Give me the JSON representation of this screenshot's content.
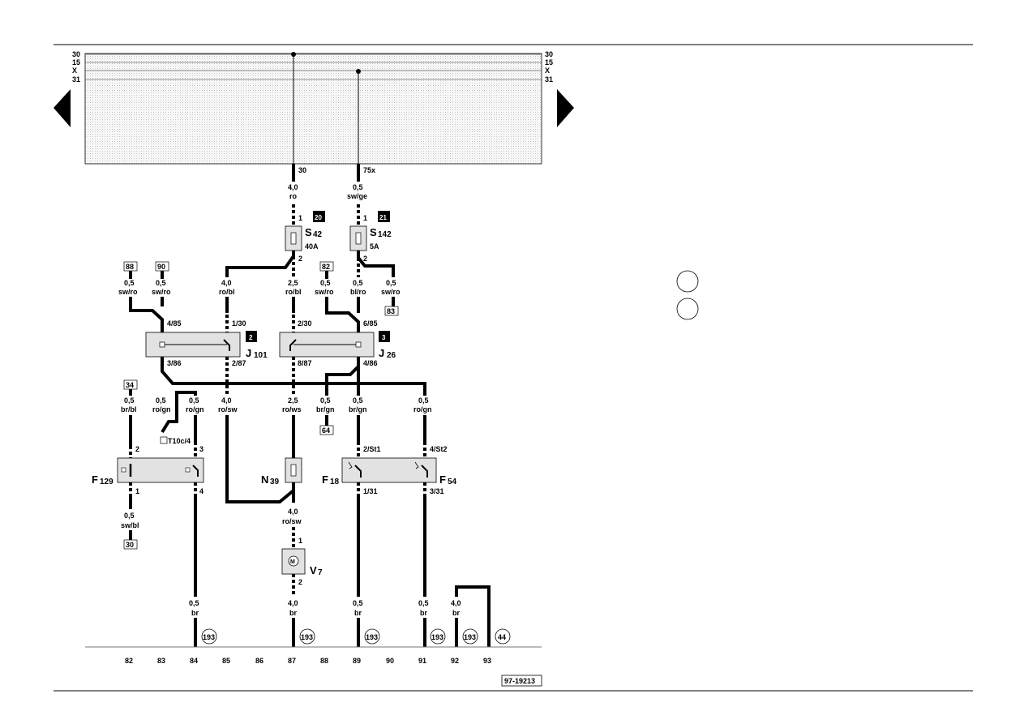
{
  "rails": {
    "left": [
      "30",
      "15",
      "X",
      "31"
    ],
    "right": [
      "30",
      "15",
      "X",
      "31"
    ]
  },
  "nav": {
    "prev": "previous-page",
    "next": "next-page"
  },
  "fuses": [
    {
      "pin_in": "1",
      "pin_out": "2",
      "symbol": "S",
      "index": "42",
      "rating": "40A",
      "slot": "20",
      "wire_size": "4,0",
      "wire_color": "ro",
      "terminal": "30"
    },
    {
      "pin_in": "1",
      "pin_out": "2",
      "symbol": "S",
      "index": "142",
      "rating": "5A",
      "slot": "21",
      "wire_size": "0,5",
      "wire_color": "sw/ge",
      "terminal": "75x"
    }
  ],
  "refs_top": [
    "88",
    "90",
    "82",
    "83"
  ],
  "wires_mid": [
    {
      "size": "0,5",
      "color": "sw/ro"
    },
    {
      "size": "0,5",
      "color": "sw/ro"
    },
    {
      "size": "4,0",
      "color": "ro/bl"
    },
    {
      "size": "2,5",
      "color": "ro/bl"
    },
    {
      "size": "0,5",
      "color": "sw/ro"
    },
    {
      "size": "0,5",
      "color": "bl/ro"
    },
    {
      "size": "0,5",
      "color": "sw/ro"
    }
  ],
  "relays": [
    {
      "symbol": "J",
      "index": "101",
      "slot": "2",
      "pins": [
        "4/85",
        "1/30",
        "3/86",
        "2/87"
      ]
    },
    {
      "symbol": "J",
      "index": "26",
      "slot": "3",
      "pins": [
        "2/30",
        "6/85",
        "8/87",
        "4/86"
      ]
    }
  ],
  "refs_low": [
    "34",
    "64",
    "30"
  ],
  "wires_low": [
    {
      "size": "0,5",
      "color": "br/bl"
    },
    {
      "size": "0,5",
      "color": "ro/gn"
    },
    {
      "size": "0,5",
      "color": "ro/gn"
    },
    {
      "size": "4,0",
      "color": "ro/sw"
    },
    {
      "size": "2,5",
      "color": "ro/ws"
    },
    {
      "size": "0,5",
      "color": "br/gn"
    },
    {
      "size": "0,5",
      "color": "br/gn"
    },
    {
      "size": "0,5",
      "color": "ro/gn"
    }
  ],
  "connector": "T10c/4",
  "switches": [
    {
      "symbol": "F",
      "index": "129",
      "pins": [
        "2",
        "3",
        "1",
        "4"
      ]
    },
    {
      "symbol": "F",
      "index": "18",
      "pins": [
        "2/St1",
        "1/31"
      ]
    },
    {
      "symbol": "F",
      "index": "54",
      "pins": [
        "4/St2",
        "3/31"
      ]
    }
  ],
  "resistor": {
    "symbol": "N",
    "index": "39"
  },
  "motor": {
    "symbol": "V",
    "index": "7",
    "glyph": "M",
    "pins": [
      "1",
      "2"
    ],
    "wire_in_size": "4,0",
    "wire_in_color": "ro/sw"
  },
  "wire_f129_out": {
    "size": "0,5",
    "color": "sw/bl"
  },
  "wires_bottom": [
    {
      "size": "0,5",
      "color": "br"
    },
    {
      "size": "4,0",
      "color": "br"
    },
    {
      "size": "0,5",
      "color": "br"
    },
    {
      "size": "0,5",
      "color": "br"
    },
    {
      "size": "4,0",
      "color": "br"
    }
  ],
  "grounds": [
    "193",
    "193",
    "193",
    "193",
    "193",
    "44"
  ],
  "tracks": [
    "82",
    "83",
    "84",
    "85",
    "86",
    "87",
    "88",
    "89",
    "90",
    "91",
    "92",
    "93"
  ],
  "drawing_number": "97-19213"
}
